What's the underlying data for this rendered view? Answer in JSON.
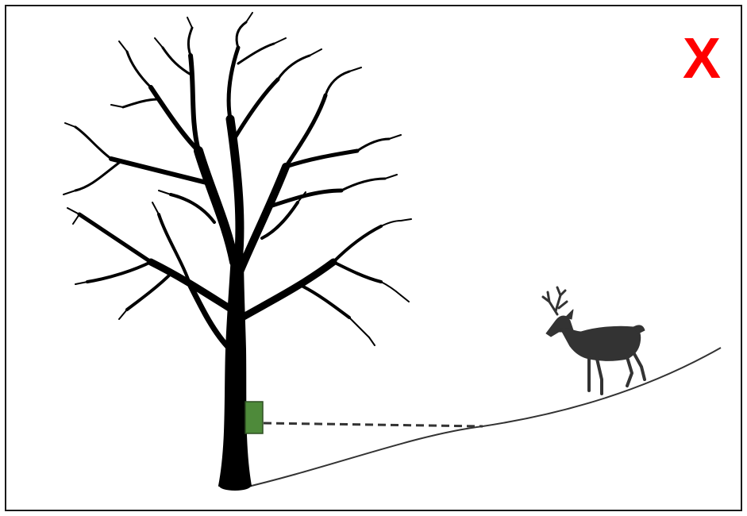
{
  "diagram": {
    "verdict_mark": "X",
    "colors": {
      "mark": "#ff0000",
      "tree": "#000000",
      "deer": "#333333",
      "camera": "#4e8a3a",
      "camera_border": "#2f4f22",
      "ground_line": "#333333",
      "sight_line": "#333333",
      "frame_border": "#1a1a1a"
    },
    "elements": {
      "tree": "tree-silhouette-icon",
      "camera": "trail-camera-icon",
      "deer": "deer-silhouette-icon",
      "sight_line": "dashed-line",
      "ground": "slope-line"
    }
  }
}
